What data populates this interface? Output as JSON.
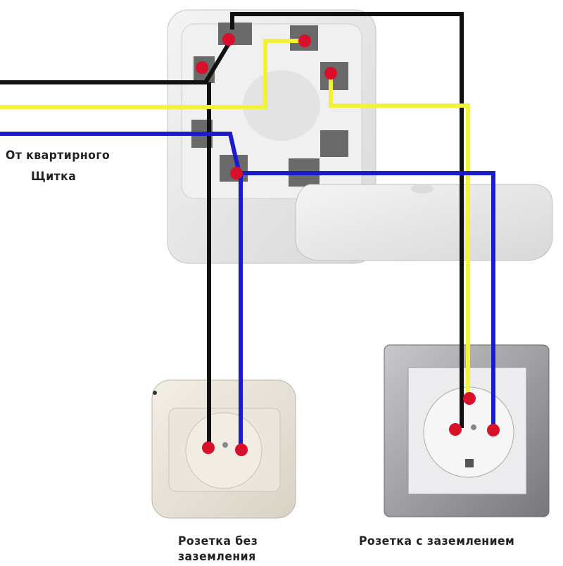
{
  "labels": {
    "source_line1": "От квартирного",
    "source_line2": "Щитка",
    "socket_no_ground_line1": "Розетка без",
    "socket_no_ground_line2": "заземления",
    "socket_ground": "Розетка с заземлением"
  },
  "colors": {
    "phase_wire": "#111111",
    "ground_wire": "#f2f23a",
    "neutral_wire": "#1b1bc8",
    "terminal": "#d9102a"
  }
}
